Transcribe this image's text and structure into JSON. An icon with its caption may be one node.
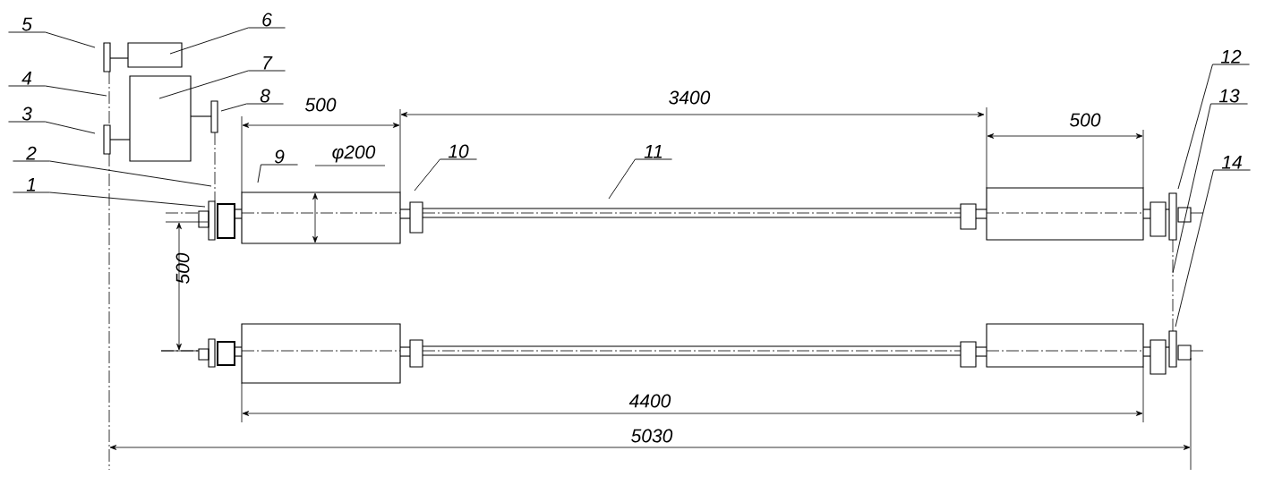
{
  "diagram": {
    "nodes": [
      {
        "text": [
          "1"
        ]
      },
      {
        "text": [
          "2"
        ]
      },
      {
        "text": [
          "3"
        ]
      },
      {
        "text": [
          "4"
        ]
      },
      {
        "text": [
          "5"
        ]
      },
      {
        "text": [
          "6"
        ]
      },
      {
        "text": [
          "7"
        ]
      },
      {
        "text": [
          "8"
        ]
      },
      {
        "text": [
          "9"
        ]
      },
      {
        "text": [
          "10"
        ]
      },
      {
        "text": [
          "11"
        ]
      },
      {
        "text": [
          "12"
        ]
      },
      {
        "text": [
          "13"
        ]
      },
      {
        "text": [
          "14"
        ]
      }
    ],
    "edges": [
      {
        "from": 0,
        "to": null,
        "arrow": "none"
      },
      {
        "from": 1,
        "to": null,
        "arrow": "none"
      },
      {
        "from": 2,
        "to": null,
        "arrow": "none"
      },
      {
        "from": 3,
        "to": null,
        "arrow": "none"
      },
      {
        "from": 4,
        "to": null,
        "arrow": "none"
      },
      {
        "from": 5,
        "to": null,
        "arrow": "none"
      },
      {
        "from": 6,
        "to": null,
        "arrow": "none"
      },
      {
        "from": 7,
        "to": null,
        "arrow": "none"
      },
      {
        "from": 8,
        "to": null,
        "arrow": "none"
      },
      {
        "from": 9,
        "to": null,
        "arrow": "none"
      },
      {
        "from": 10,
        "to": null,
        "arrow": "none"
      },
      {
        "from": 11,
        "to": null,
        "arrow": "none"
      },
      {
        "from": 12,
        "to": null,
        "arrow": "none"
      },
      {
        "from": 13,
        "to": null,
        "arrow": "none"
      }
    ],
    "labels": [
      "500",
      "3400",
      "500",
      "φ200",
      "500",
      "4400",
      "5030"
    ]
  }
}
